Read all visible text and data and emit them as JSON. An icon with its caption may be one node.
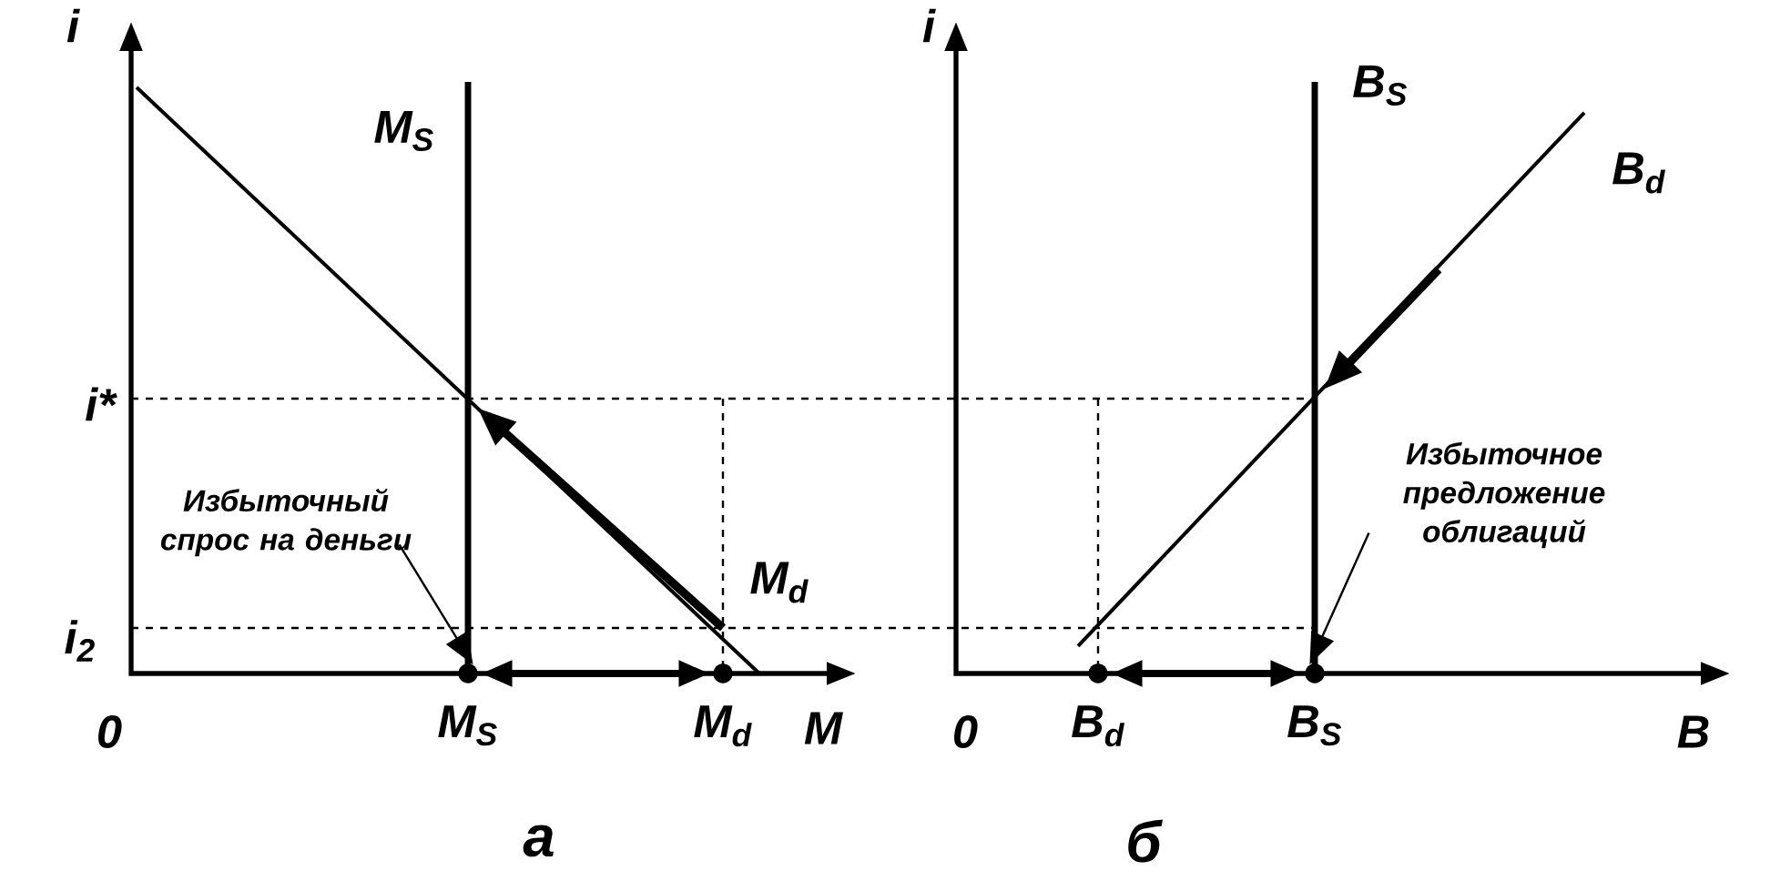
{
  "diagram": {
    "nodes": [
      {
        "text": [
          "Избыточный спрос на деньги"
        ]
      },
      {
        "text": [
          "Избыточное предложение облигаций"
        ]
      },
      {
        "text": [],
        "shape": "circle",
        "beside": [
          "M$_{S}$"
        ]
      },
      {
        "text": [],
        "shape": "circle",
        "beside": [
          "M$_{d}$"
        ]
      },
      {
        "text": [],
        "shape": "circle",
        "beside": [
          "B$_{d}$"
        ]
      },
      {
        "text": [],
        "shape": "circle",
        "beside": [
          "B$_{S}$"
        ]
      }
    ],
    "edges": [
      {
        "from": 2,
        "to": 3,
        "arrow": "both",
        "style": "thick"
      },
      {
        "from": 5,
        "to": 4,
        "arrow": "both",
        "style": "thick"
      },
      {
        "from": 0,
        "to": 2,
        "arrow": "to"
      },
      {
        "from": 1,
        "to": 5,
        "arrow": "to"
      }
    ],
    "labels": [
      "i",
      "M$_{S}$",
      "i*",
      "M$_{d}$",
      "i$_{2}$",
      "0",
      "M",
      "a",
      "i",
      "B$_{S}$",
      "B$_{d}$",
      "0",
      "B",
      "б"
    ]
  }
}
